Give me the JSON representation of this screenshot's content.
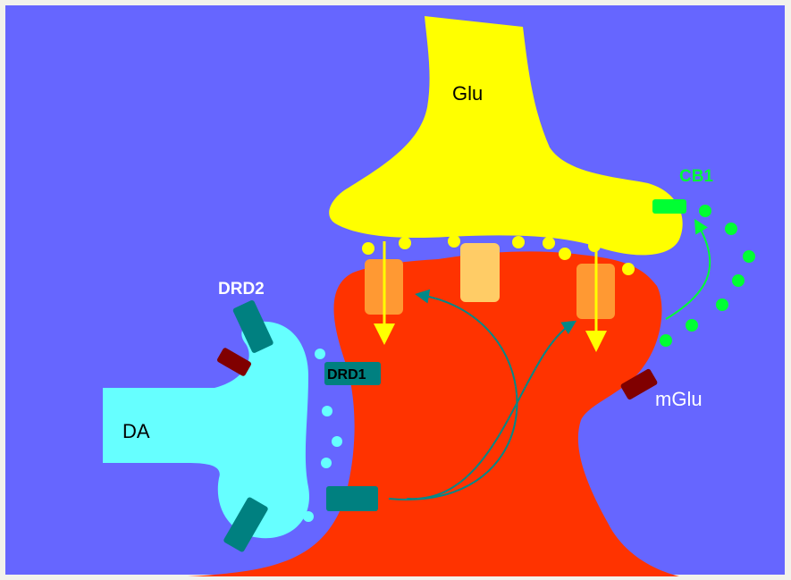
{
  "labels": {
    "glu": "Glu",
    "cb1": "CB1",
    "drd2": "DRD2",
    "drd1": "DRD1",
    "mglu": "mGlu",
    "da": "DA"
  },
  "colors": {
    "background": "#6666ff",
    "glutamate_terminal": "#ffff00",
    "postsynaptic_neuron": "#ff3300",
    "dopamine_terminal": "#66ffff",
    "drd_receptor": "#008080",
    "mglu_receptor": "#800000",
    "cb1_receptor": "#00ff33",
    "ion_channel": "#ff9933",
    "center_channel": "#ffcc66",
    "arrow_yellow": "#ffff00",
    "arrow_teal": "#008888"
  }
}
